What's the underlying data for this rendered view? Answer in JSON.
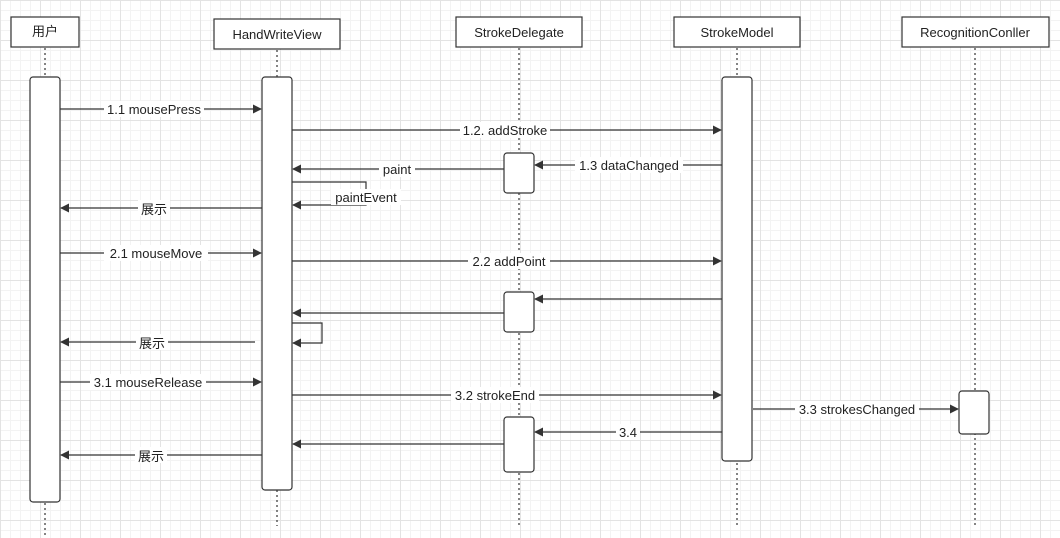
{
  "participants": [
    {
      "name": "用户"
    },
    {
      "name": "HandWriteView"
    },
    {
      "name": "StrokeDelegate"
    },
    {
      "name": "StrokeModel"
    },
    {
      "name": "RecognitionConller"
    }
  ],
  "messages": [
    {
      "label": "1.1 mousePress"
    },
    {
      "label": "1.2. addStroke"
    },
    {
      "label": "paint"
    },
    {
      "label": "1.3 dataChanged"
    },
    {
      "label": "paintEvent"
    },
    {
      "label": "展示"
    },
    {
      "label": "2.1 mouseMove"
    },
    {
      "label": "2.2 addPoint"
    },
    {
      "label": "展示"
    },
    {
      "label": "3.1 mouseRelease"
    },
    {
      "label": "3.2 strokeEnd"
    },
    {
      "label": "3.3 strokesChanged"
    },
    {
      "label": "3.4"
    },
    {
      "label": "展示"
    }
  ]
}
